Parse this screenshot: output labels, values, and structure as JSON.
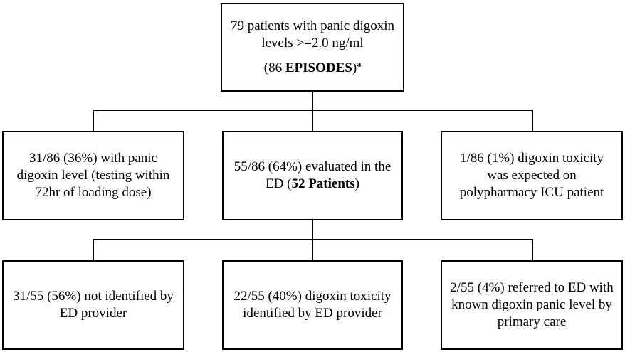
{
  "diagram": {
    "title": "Digoxin panic level episode flowchart",
    "colors": {
      "border": "#000000",
      "background": "#ffffff",
      "text": "#000000"
    },
    "top": {
      "line1": "79 patients with panic digoxin levels  >=2.0 ng/ml",
      "line2_prefix": "(86 ",
      "line2_bold": "EPISODES",
      "line2_suffix": ")",
      "line2_sup": "a"
    },
    "row2": {
      "left": "31/86 (36%) with panic digoxin level (testing within 72hr of loading dose)",
      "middle_prefix": "55/86 (64%) evaluated in the ED (",
      "middle_bold": "52 Patients",
      "middle_suffix": ")",
      "right": "1/86 (1%) digoxin toxicity was expected on polypharmacy ICU patient"
    },
    "row3": {
      "left": "31/55 (56%) not identified by ED provider",
      "middle": "22/55 (40%) digoxin toxicity identified by ED provider",
      "right": "2/55 (4%) referred to ED with known digoxin panic level by primary care"
    }
  }
}
